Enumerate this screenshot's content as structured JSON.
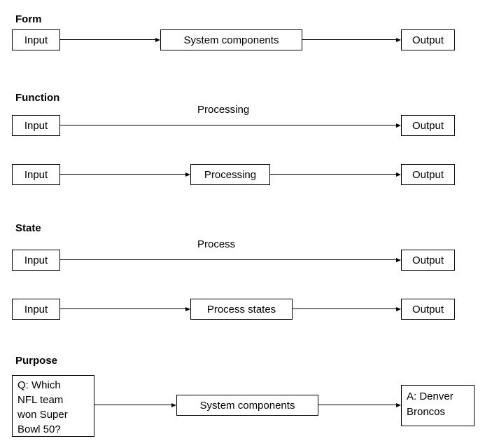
{
  "colors": {
    "background": "#ffffff",
    "line": "#000000",
    "text": "#000000"
  },
  "sections": [
    {
      "id": "form",
      "heading": "Form",
      "rows": [
        {
          "input": "Input",
          "middle_box": "System components",
          "output": "Output"
        }
      ]
    },
    {
      "id": "function",
      "heading": "Function",
      "rows": [
        {
          "input": "Input",
          "arrow_label": "Processing",
          "output": "Output"
        },
        {
          "input": "Input",
          "middle_box": "Processing",
          "output": "Output"
        }
      ]
    },
    {
      "id": "state",
      "heading": "State",
      "rows": [
        {
          "input": "Input",
          "arrow_label": "Process",
          "output": "Output"
        },
        {
          "input": "Input",
          "middle_box": "Process states",
          "output": "Output"
        }
      ]
    },
    {
      "id": "purpose",
      "heading": "Purpose",
      "rows": [
        {
          "input": "Q: Which\nNFL team\nwon Super\nBowl 50?",
          "middle_box": "System components",
          "output": "A: Denver\nBroncos"
        }
      ]
    }
  ]
}
